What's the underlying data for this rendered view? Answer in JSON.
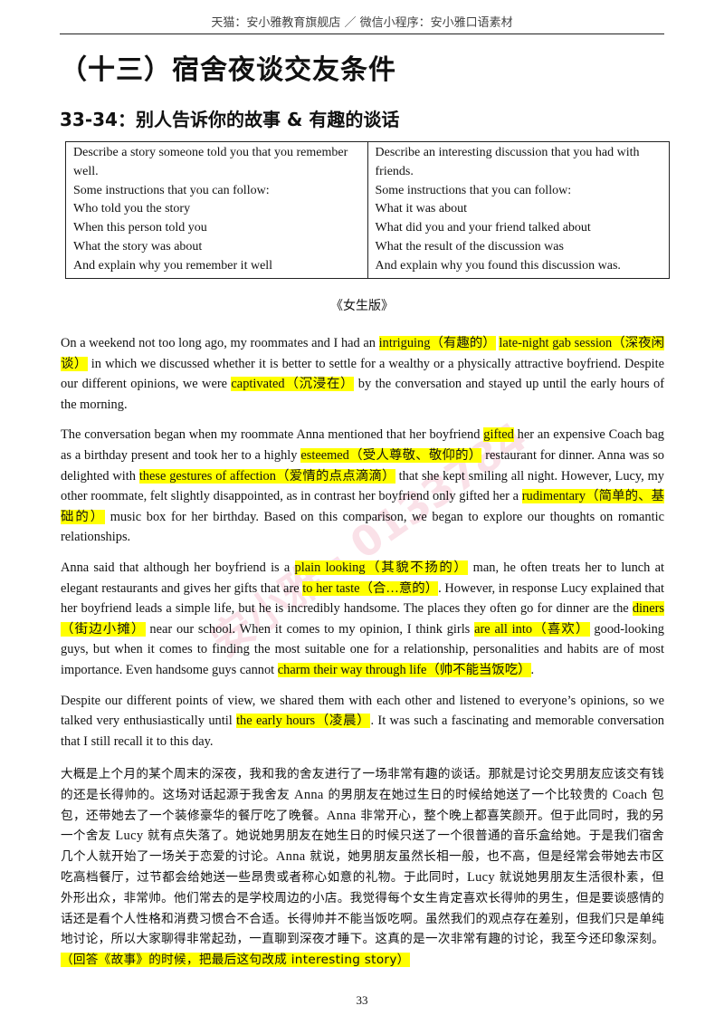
{
  "header": "天猫：安小雅教育旗舰店  ／  微信小程序：安小雅口语素材",
  "title": "（十三）宿舍夜谈交友条件",
  "subtitle": "33-34：别人告诉你的故事  &  有趣的谈话",
  "table": {
    "left": {
      "prompt": "Describe a story someone told you that you remember well.",
      "intro": "Some instructions that you can follow:",
      "items": [
        "Who told you the story",
        "When this person told you",
        "What the story was about",
        "And explain why you remember it well"
      ]
    },
    "right": {
      "prompt": "Describe an interesting discussion that you had with friends.",
      "intro": "Some instructions that you can follow:",
      "items": [
        "What it was about",
        "What did you and your friend talked about",
        "What the result of the discussion was",
        "And explain why you found this discussion was."
      ]
    }
  },
  "version_label": "《女生版》",
  "p1": {
    "t1": "On a weekend not too long ago, my roommates and I had an ",
    "h1": "intriguing（有趣的）",
    "t2": " ",
    "h2": "late-night gab session（深夜闲谈）",
    "t3": " in which we discussed whether it is better to settle for a wealthy or a physically attractive boyfriend. Despite our different opinions, we were ",
    "h3": "captivated（沉浸在）",
    "t4": "  by the conversation and stayed up until the early hours of the morning."
  },
  "p2": {
    "t1": "The conversation began when my roommate Anna mentioned that her boyfriend ",
    "h1": "gifted",
    "t2": " her an expensive Coach bag as a birthday present and took her to a highly ",
    "h2": "esteemed（受人尊敬、敬仰的）",
    "t3": "  restaurant for dinner. Anna was so delighted with ",
    "h3": "these gestures of affection（爱情的点点滴滴）",
    "t4": "  that she kept smiling all night. However, Lucy, my other roommate, felt slightly disappointed, as in contrast her boyfriend only gifted her a ",
    "h4": "rudimentary（简单的、基础的）",
    "t5": "  music box for her birthday. Based on this comparison, we began to explore our thoughts on romantic relationships."
  },
  "p3": {
    "t1": "Anna said that although her boyfriend is a ",
    "h1": "plain looking（其貌不扬的）",
    "t2": "  man, he often treats her to lunch at elegant restaurants and gives her gifts that are ",
    "h2": "to her taste（合…意的）",
    "t3": ". However, in response Lucy explained that her boyfriend leads a simple life, but he is incredibly handsome. The places they often go for dinner are the ",
    "h3": "diners（街边小摊）",
    "t4": "  near our school. When it comes to my opinion, I think girls ",
    "h4": "are all into（喜欢）",
    "t5": "  good-looking guys, but when it comes to finding the most suitable one for a relationship, personalities and habits are of most importance. Even handsome guys cannot ",
    "h5": "charm their way through life（帅不能当饭吃）",
    "t6": "."
  },
  "p4": {
    "t1": "Despite our different points of view, we shared them with each other and listened to everyone’s opinions, so we talked very enthusiastically until ",
    "h1": "the early hours（凌晨）",
    "t2": ". It was such a fascinating and memorable conversation that I still recall it to this day."
  },
  "zh": {
    "t1": "大概是上个月的某个周末的深夜，我和我的舍友进行了一场非常有趣的谈话。那就是讨论交男朋友应该交有钱的还是长得帅的。这场对话起源于我舍友 ",
    "anna1": "Anna",
    "t2": " 的男朋友在她过生日的时候给她送了一个比较贵的 ",
    "coach": "Coach",
    "t3": " 包包，还带她去了一个装修豪华的餐厅吃了晚餐。",
    "anna2": "Anna",
    "t4": " 非常开心，整个晚上都喜笑颜开。但于此同时，我的另一个舍友 ",
    "lucy1": "Lucy",
    "t5": " 就有点失落了。她说她男朋友在她生日的时候只送了一个很普通的音乐盒给她。于是我们宿舍几个人就开始了一场关于恋爱的讨论。",
    "anna3": "Anna",
    "t6": " 就说，她男朋友虽然长相一般，也不高，但是经常会带她去市区吃高档餐厅，过节都会给她送一些昂贵或者称心如意的礼物。于此同时，",
    "lucy2": "Lucy",
    "t7": " 就说她男朋友生活很朴素，但外形出众，非常帅。他们常去的是学校周边的小店。我觉得每个女生肯定喜欢长得帅的男生，但是要谈感情的话还是看个人性格和消费习惯合不合适。长得帅并不能当饭吃啊。虽然我们的观点存在差别，但我们只是单纯地讨论，所以大家聊得非常起劲，一直聊到深夜才睡下。这真的是一次非常有趣的讨论，我至今还印象深刻。",
    "note": "（回答《故事》的时候，把最后这句改成 interesting story）"
  },
  "page_number": "33",
  "colors": {
    "highlight": "#ffff00",
    "watermark": "#e07896"
  }
}
